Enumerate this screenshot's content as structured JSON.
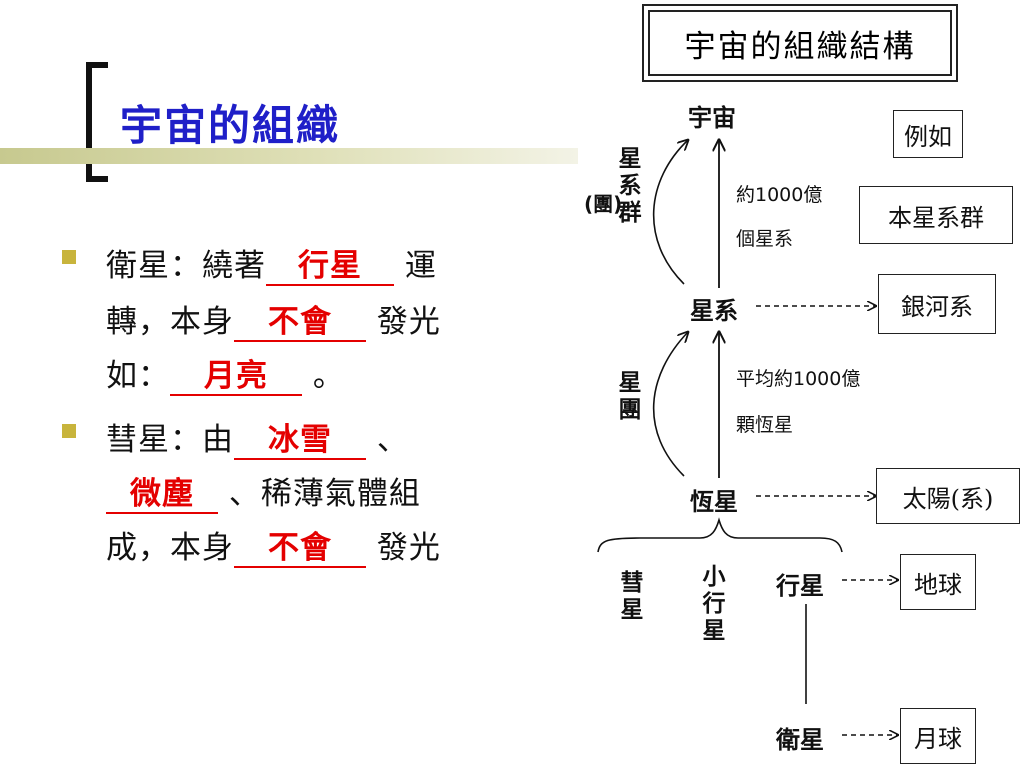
{
  "slide": {
    "title": "宇宙的組織",
    "bullets": [
      {
        "lines": [
          [
            {
              "t": "衛星：繞著"
            },
            {
              "blank": "行星"
            },
            {
              "t": " 運"
            }
          ],
          [
            {
              "t": "轉，本身"
            },
            {
              "blank": "不會"
            },
            {
              "t": " 發光"
            }
          ],
          [
            {
              "t": "如："
            },
            {
              "blank": "月亮"
            },
            {
              "t": " 。"
            }
          ]
        ]
      },
      {
        "lines": [
          [
            {
              "t": "彗星：由"
            },
            {
              "blank": "冰雪"
            },
            {
              "t": " 、"
            }
          ],
          [
            {
              "blank": "微塵"
            },
            {
              "t": " 、稀薄氣體組"
            }
          ],
          [
            {
              "t": "成，本身"
            },
            {
              "blank": "不會"
            },
            {
              "t": " 發光"
            }
          ]
        ]
      }
    ]
  },
  "diagram": {
    "title": "宇宙的組織結構",
    "nodes": {
      "universe": "宇宙",
      "galaxy": "星系",
      "star": "恆星",
      "planet": "行星",
      "satellite": "衛星",
      "comet": "彗星",
      "asteroid": "小行星"
    },
    "side_labels": {
      "galaxy_cluster": "星系群",
      "cluster_paren": "(團)",
      "star_cluster": "星團"
    },
    "notes": {
      "galaxies_per_universe": [
        "約1000億",
        "個星系"
      ],
      "stars_per_galaxy": [
        "平均約1000億",
        "顆恆星"
      ]
    },
    "examples": {
      "header": "例如",
      "galaxy_cluster": "本星系群",
      "galaxy": "銀河系",
      "star": "太陽(系)",
      "planet": "地球",
      "satellite": "月球"
    }
  }
}
